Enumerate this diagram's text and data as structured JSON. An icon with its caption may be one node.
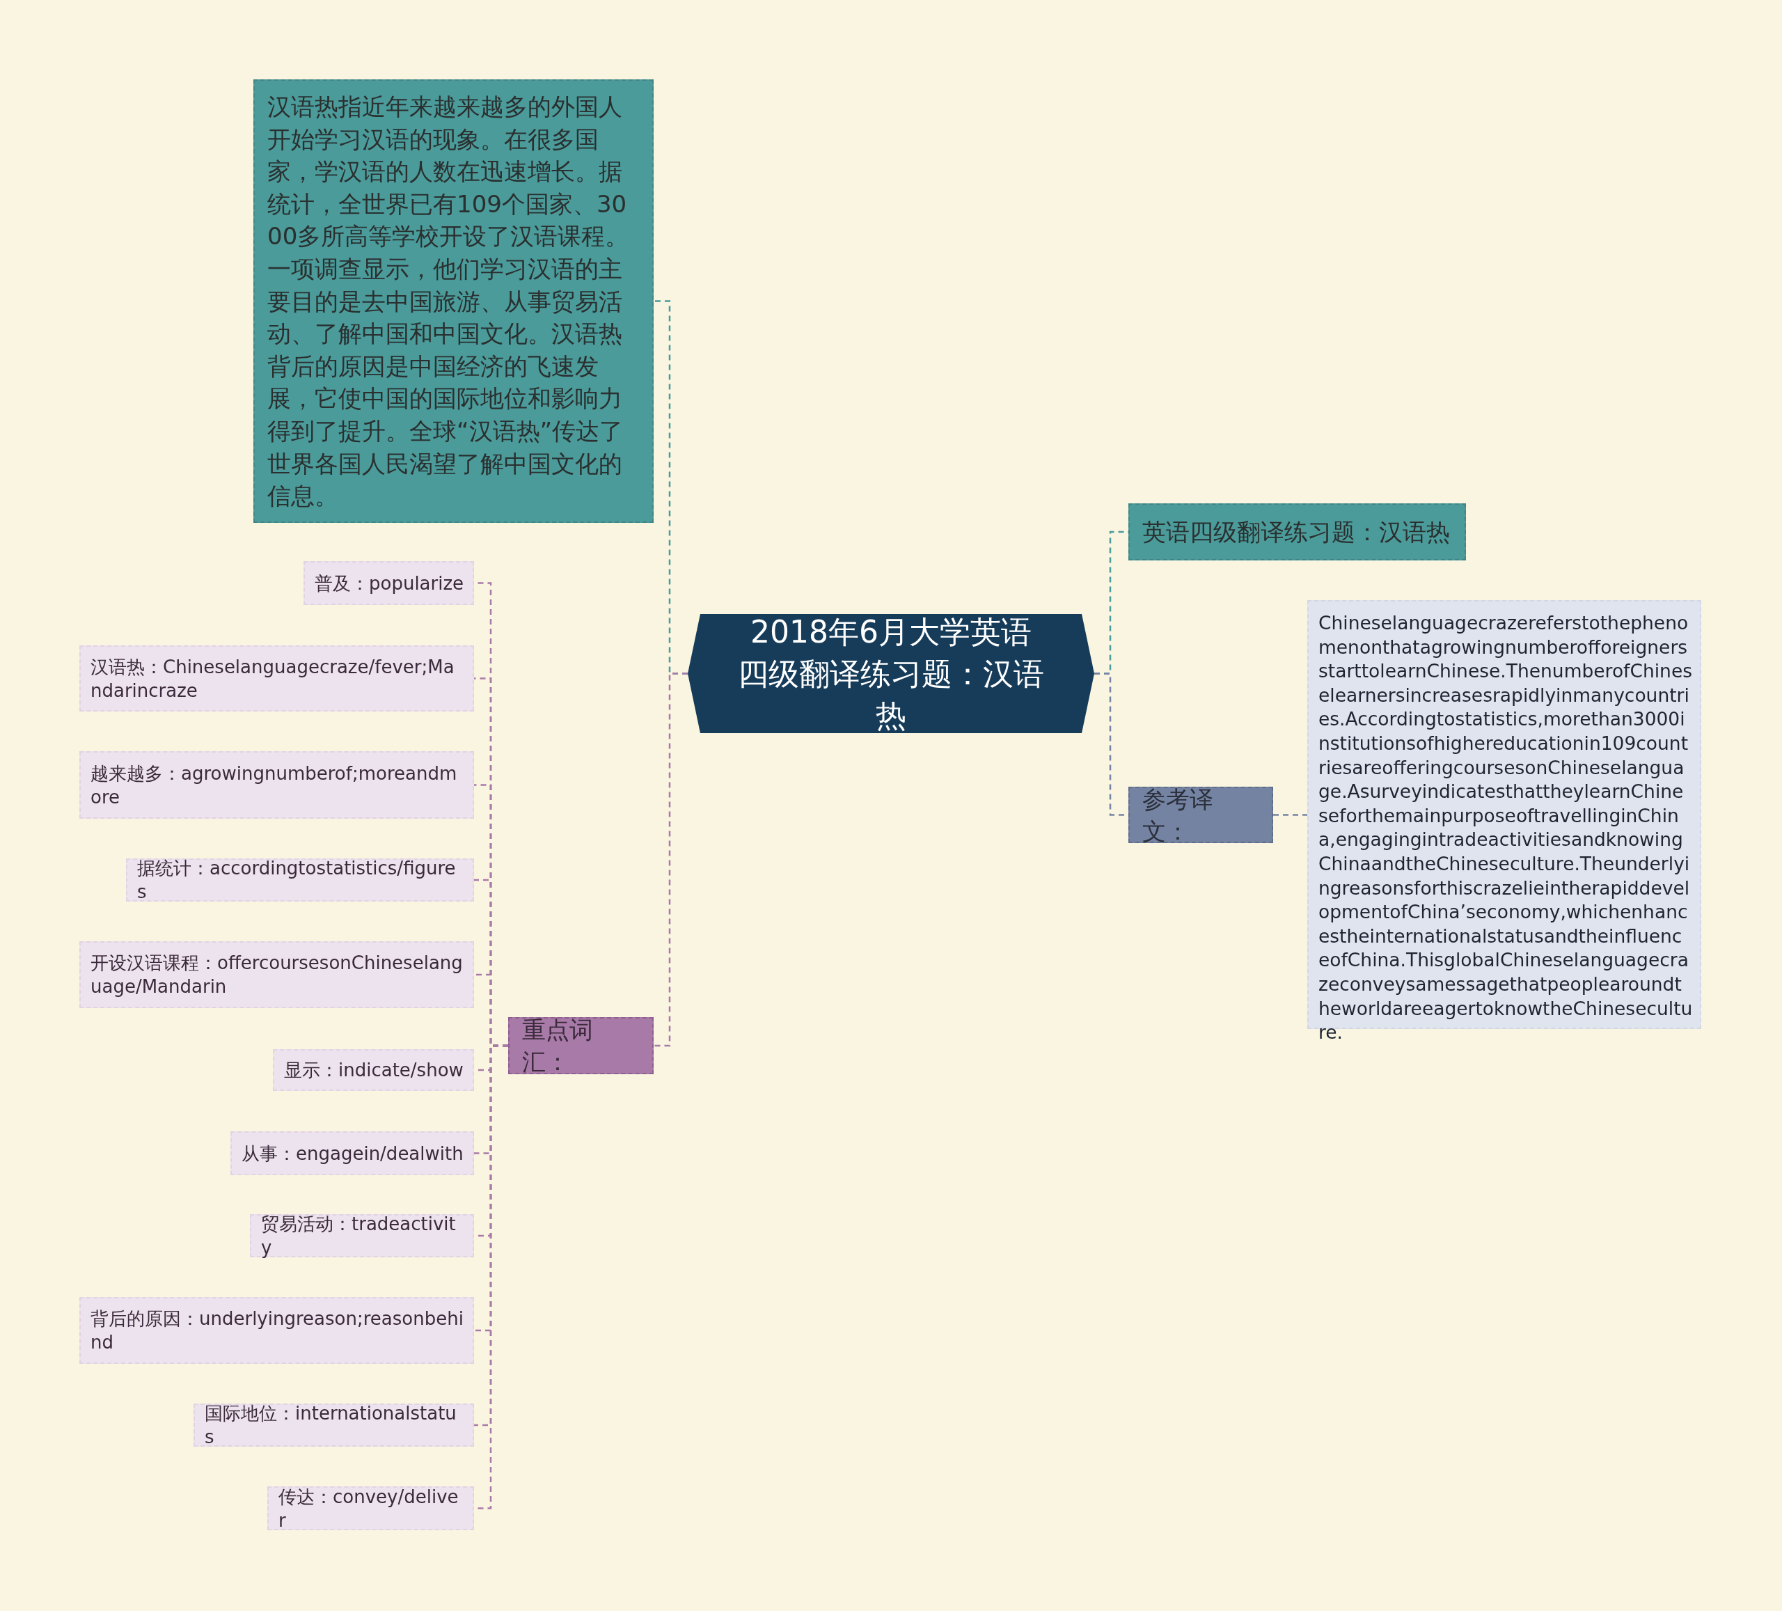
{
  "diagram": {
    "nodes": [
      {
        "text": [
          "2018年6月大学英语四级翻译练习题：汉语热"
        ]
      },
      {
        "text": [
          "汉语热指近年来越来越多的外国人开始学习汉语的现象。在很多国家，学汉语的人数在迅速增长。据统计，全世界已有109个国家、3000多所高等学校开设了汉语课程。一项调查显示，他们学习汉语的主要目的是去中国旅游、从事贸易活动、了解中国和中国文化。汉语热背后的原因是中国经济的飞速发展，它使中国的国际地位和影响力得到了提升。全球“汉语热”传达了世界各国人民渴望了解中国文化的信息。"
        ]
      },
      {
        "text": [
          "重点词汇："
        ]
      },
      {
        "text": [
          "普及：popularize"
        ]
      },
      {
        "text": [
          "汉语热：Chineselanguagecraze/fever;Mandarincraze"
        ]
      },
      {
        "text": [
          "越来越多：agrowingnumberof;moreandmore"
        ]
      },
      {
        "text": [
          "据统计：accordingtostatistics/figures"
        ]
      },
      {
        "text": [
          "开设汉语课程：offercoursesonChineselanguage/Mandarin"
        ]
      },
      {
        "text": [
          "显示：indicate/show"
        ]
      },
      {
        "text": [
          "从事：engagein/dealwith"
        ]
      },
      {
        "text": [
          "贸易活动：tradeactivity"
        ]
      },
      {
        "text": [
          "背后的原因：underlyingreason;reasonbehind"
        ]
      },
      {
        "text": [
          "国际地位：internationalstatus"
        ]
      },
      {
        "text": [
          "传达：convey/deliver"
        ]
      },
      {
        "text": [
          "英语四级翻译练习题：汉语热"
        ]
      },
      {
        "text": [
          "参考译文："
        ]
      },
      {
        "text": [
          "ChineselanguagecrazereferstothephenomenonthatagrowingnumberofforeignersstarttolearnChinese.ThenumberofChineselearnersincreasesrapidlyinmanycountries.Accordingtostatistics,morethan3000institutionsofhighereducationin109countriesareofferingcoursesonChineselanguage.AsurveyindicatesthattheylearnChineseforthemainpurposeoftravellinginChina,engagingintradeactivitiesandknowingChinaandtheChineseculture.TheunderlyingreasonsforthiscrazelieintherapiddevelopmentofChina’seconomy,whichenhancestheinternationalstatusandtheinfluenceofChina.ThisglobalChineselanguagecrazeconveysamessagethatpeoplearoundtheworldareeagertoknowtheChineseculture."
        ]
      }
    ],
    "edges": [
      {
        "from": 0,
        "to": 1,
        "arrow": "none",
        "color": "#4b9b9a"
      },
      {
        "from": 0,
        "to": 2,
        "arrow": "none"
      },
      {
        "from": 2,
        "to": 3,
        "arrow": "none"
      },
      {
        "from": 2,
        "to": 4,
        "arrow": "none"
      },
      {
        "from": 2,
        "to": 5,
        "arrow": "none"
      },
      {
        "from": 2,
        "to": 6,
        "arrow": "none"
      },
      {
        "from": 2,
        "to": 7,
        "arrow": "none"
      },
      {
        "from": 2,
        "to": 8,
        "arrow": "none"
      },
      {
        "from": 2,
        "to": 9,
        "arrow": "none"
      },
      {
        "from": 2,
        "to": 10,
        "arrow": "none"
      },
      {
        "from": 2,
        "to": 11,
        "arrow": "none"
      },
      {
        "from": 2,
        "to": 12,
        "arrow": "none"
      },
      {
        "from": 2,
        "to": 13,
        "arrow": "none"
      },
      {
        "from": 0,
        "to": 14,
        "arrow": "none",
        "color": "#4b9b9a"
      },
      {
        "from": 0,
        "to": 15,
        "arrow": "none",
        "color": "#7583a3"
      },
      {
        "from": 15,
        "to": 16,
        "arrow": "none",
        "color": "#7583a3"
      }
    ]
  }
}
